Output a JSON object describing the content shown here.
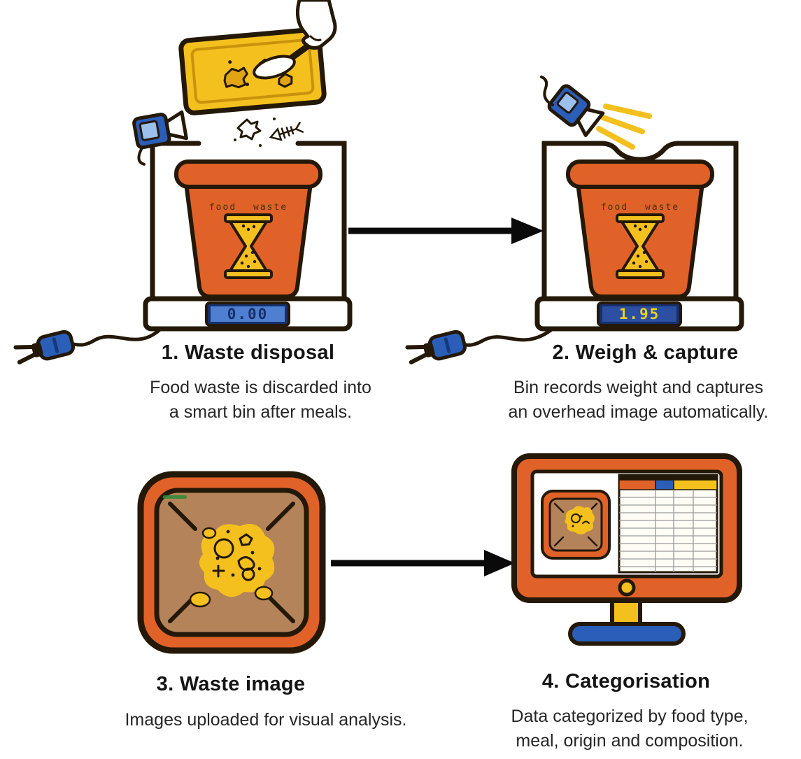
{
  "diagram": {
    "background": "#ffffff",
    "type": "process-flow",
    "step_count": 4
  },
  "steps": [
    {
      "title": "1. Waste disposal",
      "description_lines": [
        "Food waste is discarded into",
        "a smart bin after meals."
      ],
      "bin_label": "food waste",
      "scale_reading": "0.00"
    },
    {
      "title": "2. Weigh & capture",
      "description_lines": [
        "Bin records weight and captures",
        "an overhead image automatically."
      ],
      "bin_label": "food waste",
      "scale_reading": "1.95"
    },
    {
      "title": "3. Waste image",
      "description_lines": [
        "Images uploaded for visual analysis."
      ]
    },
    {
      "title": "4. Categorisation",
      "description_lines": [
        "Data categorized by food type,",
        "meal, origin and composition."
      ]
    }
  ],
  "colors": {
    "bin_orange": "#e06228",
    "accent_yellow": "#f4c01e",
    "plug_blue": "#2b5eb8",
    "outline_dark": "#241808",
    "tray_brown": "#b5835a",
    "display_screen_blue": "#4f7fd0",
    "display_screen_blue_dark": "#2c4fa3",
    "display_digits_dark": "#16306b",
    "display_digits_yellow": "#e8d31a",
    "table_header_orange": "#e06228",
    "table_header_blue": "#2b5eb8",
    "table_header_yellow": "#f4c01e",
    "arrow_black": "#0a0a0a"
  }
}
